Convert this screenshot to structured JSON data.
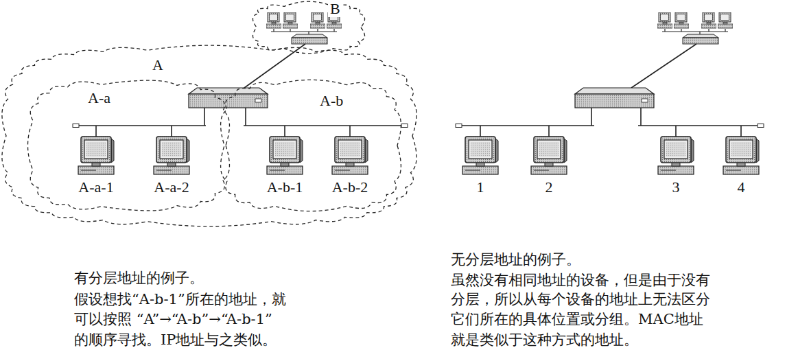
{
  "diagram": {
    "nodes": [
      {
        "text": [
          "B"
        ]
      },
      {
        "text": [
          "A"
        ]
      },
      {
        "text": [
          "A-a"
        ],
        "in": 1
      },
      {
        "text": [
          "A-b"
        ],
        "in": 1
      },
      {
        "text": [
          "A-a-1"
        ],
        "in": 2
      },
      {
        "text": [
          "A-a-2"
        ],
        "in": 2
      },
      {
        "text": [
          "A-b-1"
        ],
        "in": 3
      },
      {
        "text": [
          "A-b-2"
        ],
        "in": 3
      },
      {
        "text": [
          "1"
        ]
      },
      {
        "text": [
          "2"
        ]
      },
      {
        "text": [
          "3"
        ]
      },
      {
        "text": [
          "4"
        ]
      }
    ],
    "labels": [
      "有分层地址的例子。",
      "假设想找“A-b-1”所在的地址，就",
      "可以按照 “A”→“A-b”→“A-b-1”",
      "的顺序寻找。IP地址与之类似。",
      "无分层地址的例子。",
      "虽然没有相同地址的设备，但是由于没有",
      "分层，所以从每个设备的地址上无法区分",
      "它们所在的具体位置或分组。MAC地址",
      "就是类似于这种方式的地址。"
    ]
  }
}
